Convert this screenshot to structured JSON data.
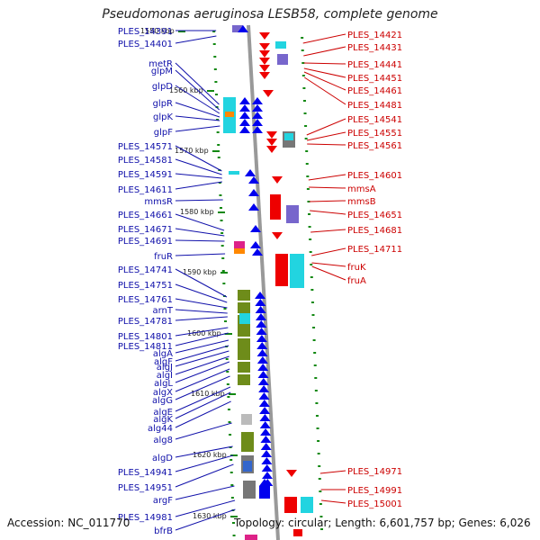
{
  "title": "Pseudomonas aeruginosa LESB58, complete genome",
  "footer": {
    "accession": "Accession: NC_011770",
    "topology": "Topology: circular; Length: 6,601,757 bp; Genes: 6,026"
  },
  "colors": {
    "left_labels": "#1010aa",
    "right_labels": "#cc0000",
    "forward_strand": "#0000ee",
    "reverse_strand": "#ee0000",
    "backbone": "#999999",
    "ticks": "#118811",
    "cyan_box": "#22d4e0",
    "purple_box": "#7766cc",
    "olive_box": "#6e8c1a",
    "gray_box": "#777777",
    "orange_box": "#ff8800",
    "magenta_box": "#dd2288"
  },
  "kbp_marks": [
    {
      "label": "1550 kbp",
      "y": 0
    },
    {
      "label": "1560 kbp",
      "y": 1
    },
    {
      "label": "1570 kbp",
      "y": 2
    },
    {
      "label": "1580 kbp",
      "y": 3
    },
    {
      "label": "1590 kbp",
      "y": 4
    },
    {
      "label": "1600 kbp",
      "y": 5
    },
    {
      "label": "1610 kbp",
      "y": 6
    },
    {
      "label": "1620 kbp",
      "y": 7
    },
    {
      "label": "1630 kbp",
      "y": 8
    }
  ],
  "left_labels": [
    "PLES_14391",
    "PLES_14401",
    "metR",
    "glpM",
    "glpD",
    "glpR",
    "glpK",
    "glpF",
    "PLES_14571",
    "PLES_14581",
    "PLES_14591",
    "PLES_14611",
    "mmsR",
    "PLES_14661",
    "PLES_14671",
    "PLES_14691",
    "fruR",
    "PLES_14741",
    "PLES_14751",
    "PLES_14761",
    "arnT",
    "PLES_14781",
    "PLES_14801",
    "PLES_14811",
    "algA",
    "algF",
    "algJ",
    "algI",
    "algL",
    "algX",
    "algG",
    "algE",
    "algK",
    "alg44",
    "alg8",
    "algD",
    "PLES_14941",
    "PLES_14951",
    "argF",
    "PLES_14981",
    "bfrB"
  ],
  "right_labels": [
    "PLES_14421",
    "PLES_14431",
    "PLES_14441",
    "PLES_14451",
    "PLES_14461",
    "PLES_14481",
    "PLES_14541",
    "PLES_14551",
    "PLES_14561",
    "PLES_14601",
    "mmsA",
    "mmsB",
    "PLES_14651",
    "PLES_14681",
    "PLES_14711",
    "fruK",
    "fruA",
    "PLES_14971",
    "PLES_14991",
    "PLES_15001"
  ]
}
